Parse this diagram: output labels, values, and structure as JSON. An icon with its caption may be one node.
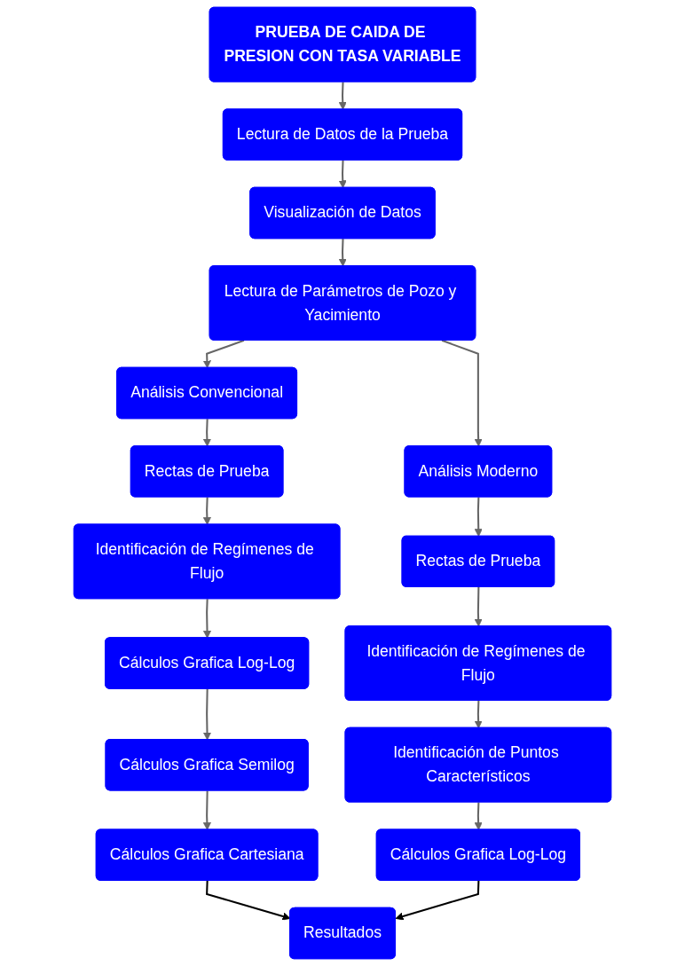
{
  "diagram": {
    "nodes": [
      {
        "text": [
          "PRUEBA DE CAIDA DE PRESION CON TASA VARIABLE"
        ]
      },
      {
        "text": [
          "Lectura de Datos de la Prueba"
        ]
      },
      {
        "text": [
          "Visualización de Datos"
        ]
      },
      {
        "text": [
          "Lectura de Parámetros de Pozo y Yacimiento"
        ]
      },
      {
        "text": [
          "Análisis Convencional"
        ]
      },
      {
        "text": [
          "Análisis Moderno"
        ]
      },
      {
        "text": [
          "Rectas de Prueba"
        ]
      },
      {
        "text": [
          "Rectas de Prueba"
        ]
      },
      {
        "text": [
          "Identificación de Regímenes de Flujo"
        ]
      },
      {
        "text": [
          "Identificación de Regímenes de Flujo"
        ]
      },
      {
        "text": [
          "Cálculos Grafica Log-Log"
        ]
      },
      {
        "text": [
          "Identificación de Puntos Característicos"
        ]
      },
      {
        "text": [
          "Cálculos Grafica Semilog"
        ]
      },
      {
        "text": [
          "Cálculos Grafica Log-Log"
        ]
      },
      {
        "text": [
          "Cálculos Grafica Cartesiana"
        ]
      },
      {
        "text": [
          "Resultados"
        ]
      }
    ],
    "edges": [
      {
        "from": 0,
        "to": 1,
        "arrow": "to"
      },
      {
        "from": 1,
        "to": 2,
        "arrow": "to"
      },
      {
        "from": 2,
        "to": 3,
        "arrow": "to"
      },
      {
        "from": 3,
        "to": 4,
        "arrow": "to"
      },
      {
        "from": 3,
        "to": 5,
        "arrow": "to"
      },
      {
        "from": 4,
        "to": 6,
        "arrow": "to"
      },
      {
        "from": 5,
        "to": 7,
        "arrow": "to"
      },
      {
        "from": 6,
        "to": 8,
        "arrow": "to"
      },
      {
        "from": 7,
        "to": 9,
        "arrow": "to"
      },
      {
        "from": 8,
        "to": 10,
        "arrow": "to"
      },
      {
        "from": 9,
        "to": 11,
        "arrow": "to"
      },
      {
        "from": 10,
        "to": 12,
        "arrow": "to"
      },
      {
        "from": 11,
        "to": 13,
        "arrow": "to"
      },
      {
        "from": 12,
        "to": 14,
        "arrow": "to"
      },
      {
        "from": 14,
        "to": 15,
        "arrow": "to",
        "color": "#000000"
      },
      {
        "from": 13,
        "to": 15,
        "arrow": "to",
        "color": "#000000"
      }
    ]
  }
}
